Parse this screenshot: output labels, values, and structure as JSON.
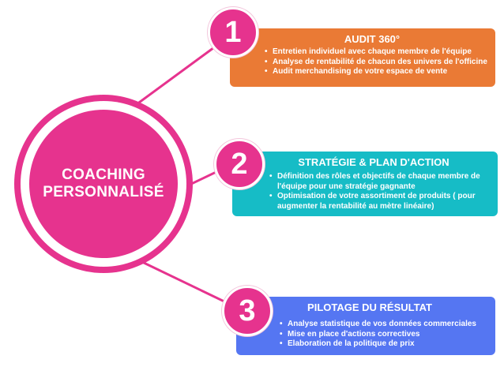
{
  "center": {
    "line1": "COACHING",
    "line2": "PERSONNALISÉ"
  },
  "colors": {
    "pink": "#e6338e",
    "orange": "#ea7a35",
    "teal": "#16bcc6",
    "blue": "#5576f2"
  },
  "steps": [
    {
      "number": "1",
      "title": "AUDIT 360°",
      "items": [
        "Entretien individuel avec chaque membre de l'équipe",
        "Analyse de rentabilité de chacun des univers de l'officine",
        "Audit merchandising de votre espace de vente"
      ]
    },
    {
      "number": "2",
      "title": "STRATÉGIE & PLAN D'ACTION",
      "items": [
        "Définition des rôles et objectifs de chaque membre de l'équipe pour une stratégie gagnante",
        "Optimisation de votre assortiment de produits ( pour augmenter la rentabilité au mètre linéaire)"
      ]
    },
    {
      "number": "3",
      "title": "PILOTAGE DU RÉSULTAT",
      "items": [
        "Analyse statistique de vos données commerciales",
        "Mise en place d'actions correctives",
        "Elaboration de la politique de prix"
      ]
    }
  ]
}
